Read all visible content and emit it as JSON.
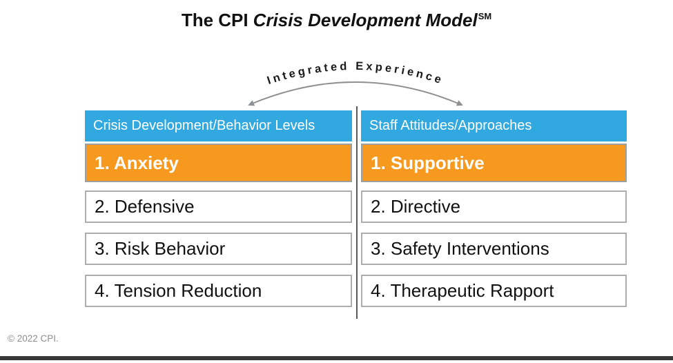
{
  "title": {
    "prefix": "The CPI",
    "italic": "Crisis Development Model",
    "superscript": "SM"
  },
  "arc_label": "Integrated Experience",
  "columns": [
    {
      "header": "Crisis Development/Behavior Levels",
      "rows": [
        "1. Anxiety",
        "2. Defensive",
        "3. Risk Behavior",
        "4. Tension Reduction"
      ]
    },
    {
      "header": "Staff Attitudes/Approaches",
      "rows": [
        "1. Supportive",
        "2. Directive",
        "3. Safety Interventions",
        "4. Therapeutic Rapport"
      ]
    }
  ],
  "footer": {
    "copyright": "© 2022 CPI."
  },
  "colors": {
    "header_blue": "#31A9E0",
    "row_orange": "#F8991F",
    "arrow_gray": "#8E9093",
    "divider_gray": "#58595B",
    "row_border_gray": "#ADADAD",
    "footer_gray": "#8E8E8E",
    "bottom_bar": "#383838"
  }
}
